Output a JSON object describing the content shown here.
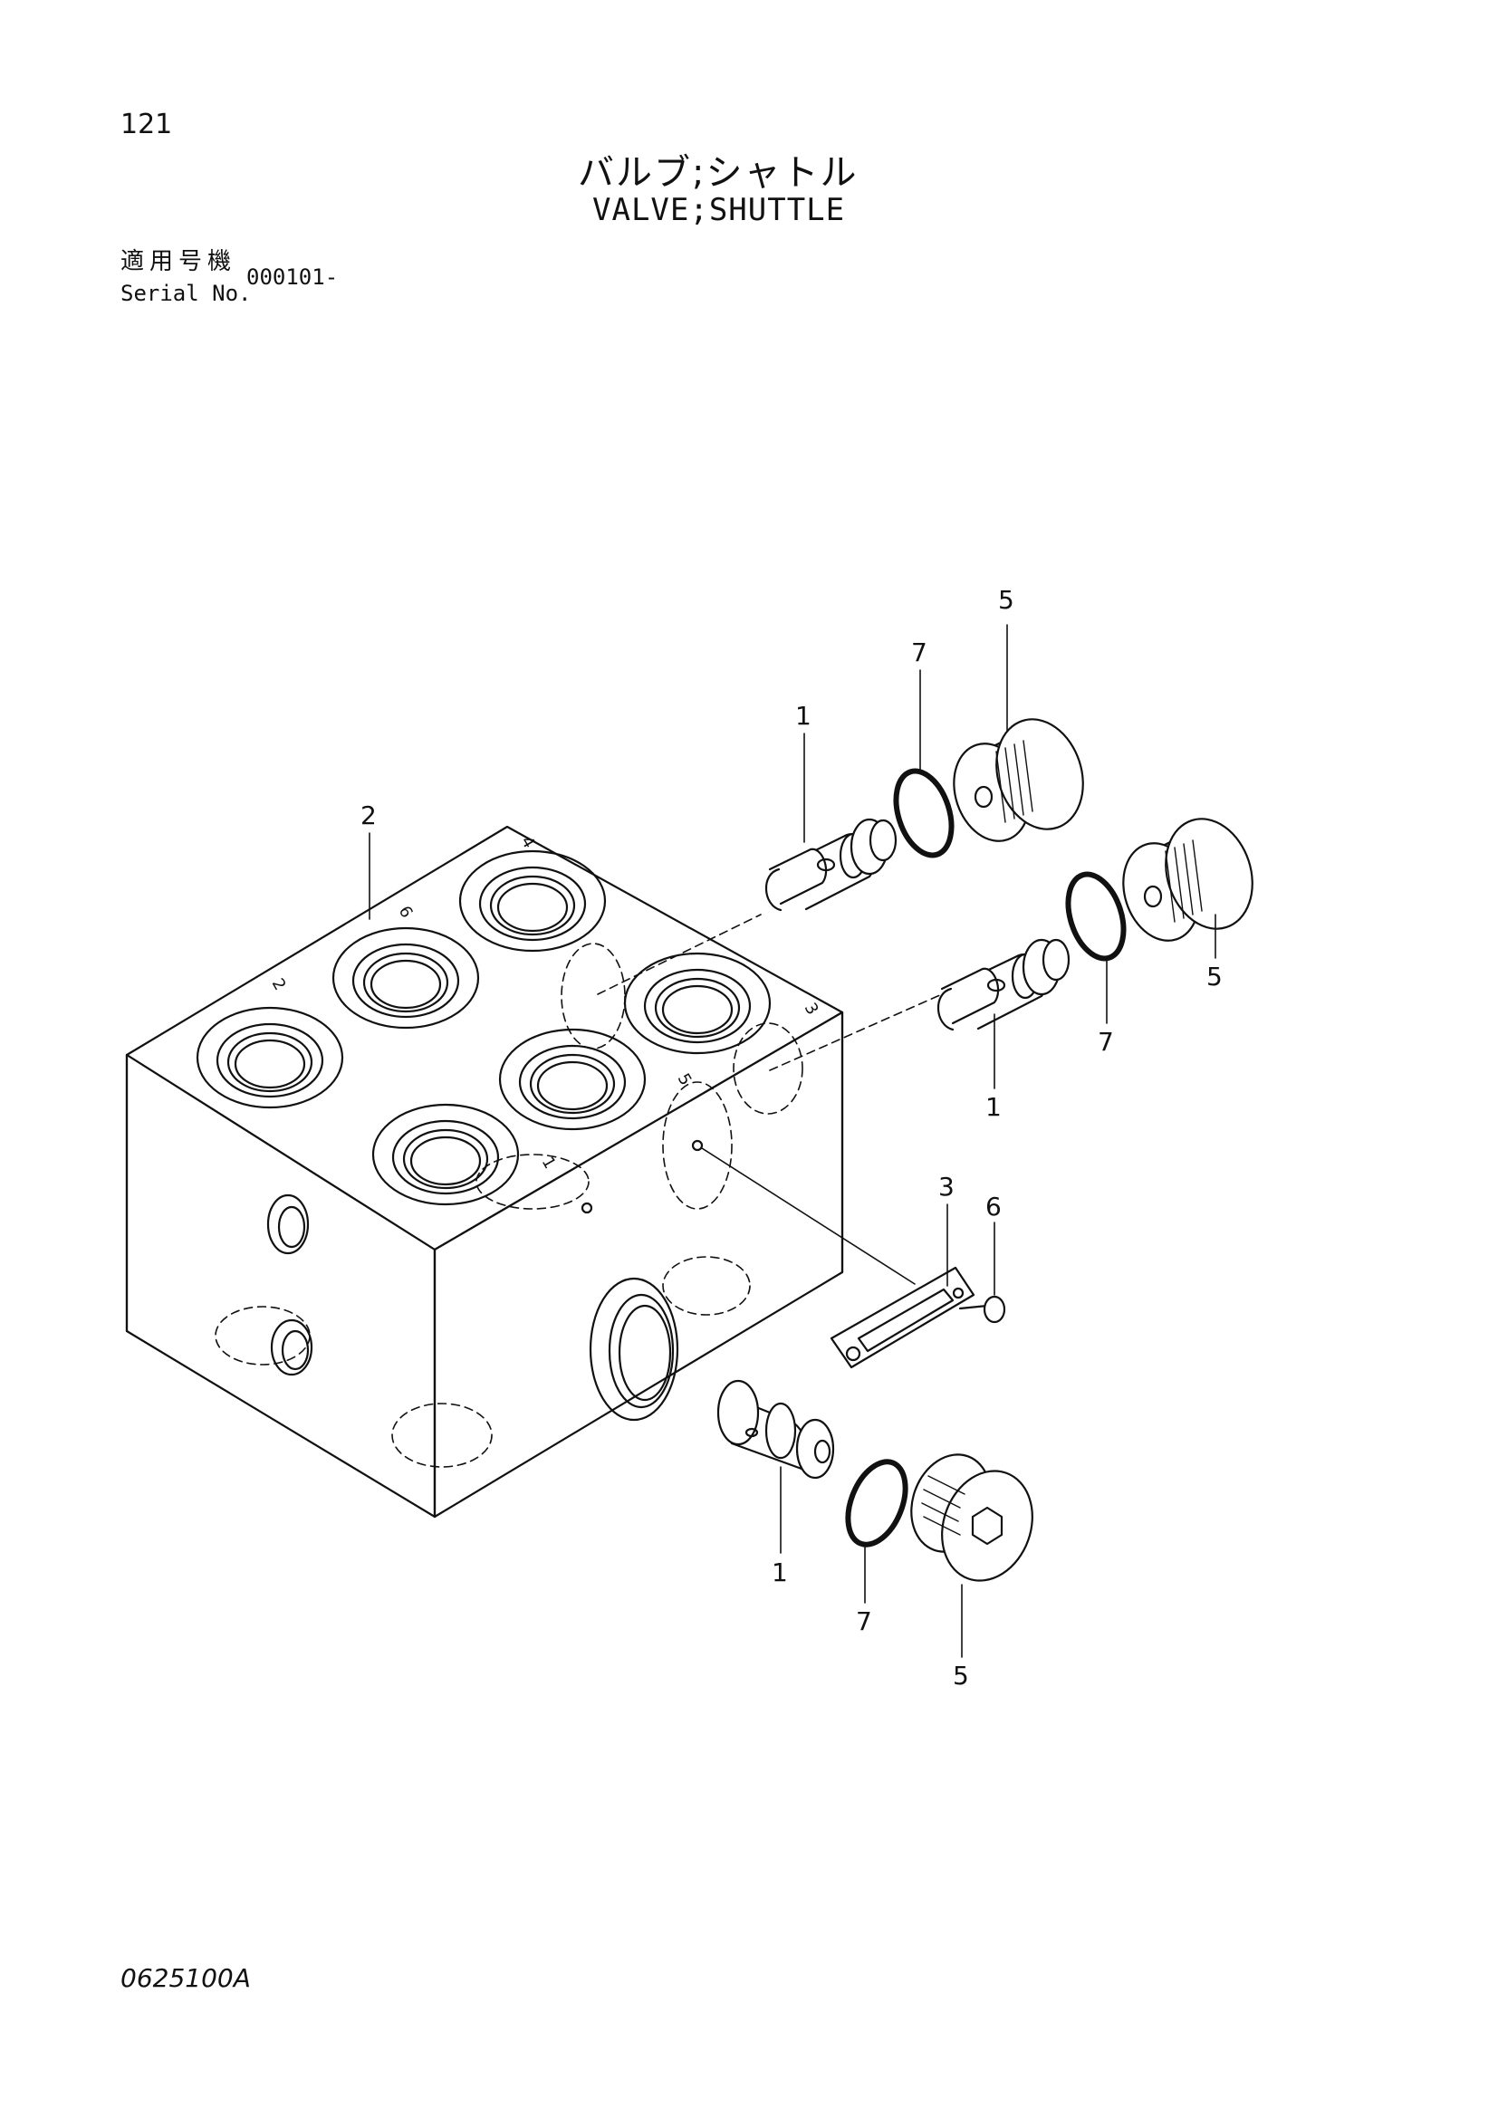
{
  "header": {
    "page_number": "121",
    "title_jp": "バルブ;シャトル",
    "title_en": "VALVE;SHUTTLE",
    "serial_label_jp": "適用号機",
    "serial_label_en": "Serial No.",
    "serial_value": "000101-"
  },
  "footer": {
    "drawing_code": "0625100A"
  },
  "diagram": {
    "callouts": {
      "c1": "1",
      "c1b": "1",
      "c1c": "1",
      "c2": "2",
      "c3": "3",
      "c5": "5",
      "c5b": "5",
      "c5c": "5",
      "c6": "6",
      "c7": "7",
      "c7b": "7",
      "c7c": "7"
    },
    "port_marks": {
      "p1": "1",
      "p2": "2",
      "p3": "3",
      "p4": "4",
      "p5": "5",
      "p6": "6"
    }
  }
}
